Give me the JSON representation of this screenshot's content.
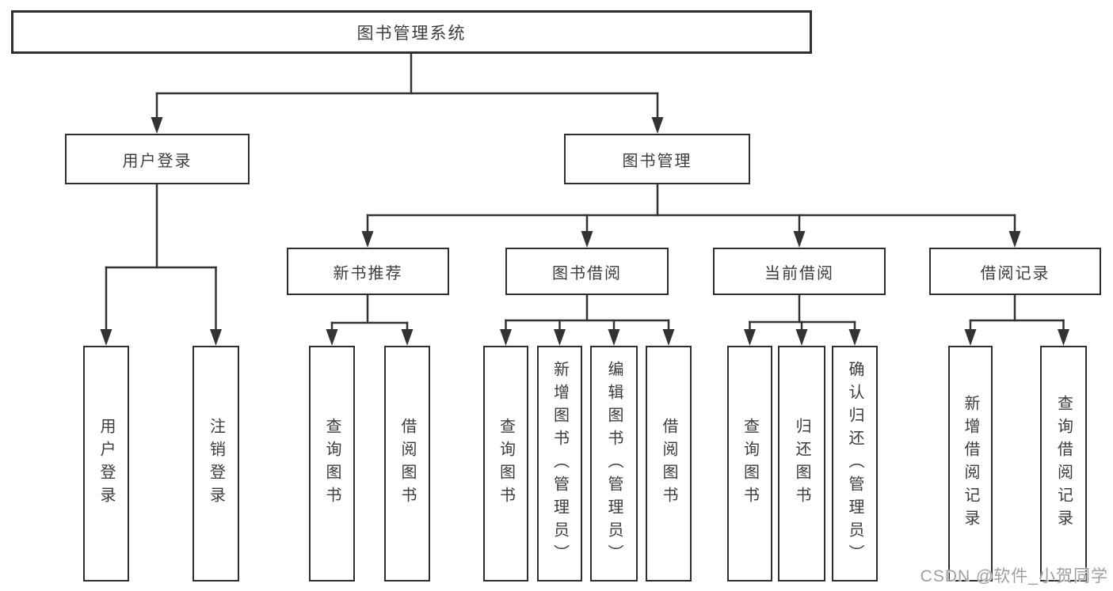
{
  "diagram": {
    "root": {
      "label": "图书管理系统"
    },
    "branches": [
      {
        "label": "用户登录",
        "children": [
          {
            "label": "用户登录"
          },
          {
            "label": "注销登录"
          }
        ]
      },
      {
        "label": "图书管理",
        "children": [
          {
            "label": "新书推荐",
            "children": [
              {
                "label": "查询图书"
              },
              {
                "label": "借阅图书"
              }
            ]
          },
          {
            "label": "图书借阅",
            "children": [
              {
                "label": "查询图书"
              },
              {
                "label": "新增图书（管理员）"
              },
              {
                "label": "编辑图书（管理员）"
              },
              {
                "label": "借阅图书"
              }
            ]
          },
          {
            "label": "当前借阅",
            "children": [
              {
                "label": "查询图书"
              },
              {
                "label": "归还图书"
              },
              {
                "label": "确认归还（管理员）"
              }
            ]
          },
          {
            "label": "借阅记录",
            "children": [
              {
                "label": "新增借阅记录"
              },
              {
                "label": "查询借阅记录"
              }
            ]
          }
        ]
      }
    ]
  },
  "watermark": {
    "text": "CSDN @软件_小贺同学"
  },
  "colors": {
    "line": "#333333",
    "box_border": "#2e2e2e",
    "text": "#3c3c3c",
    "background": "#ffffff",
    "watermark_text": "#9e9e9e"
  }
}
